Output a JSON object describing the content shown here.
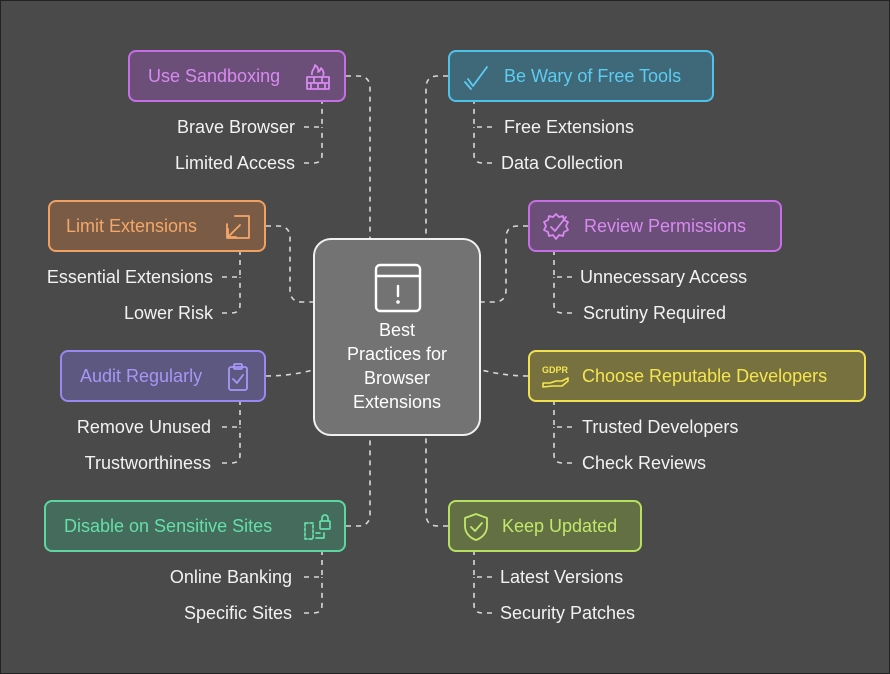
{
  "center": {
    "title_lines": [
      "Best",
      "Practices for",
      "Browser",
      "Extensions"
    ],
    "icon": "browser-alert-icon"
  },
  "branches": [
    {
      "id": "sandboxing",
      "label": "Use Sandboxing",
      "icon": "firewall-icon",
      "color": "#c66ee6",
      "fill": "#6b4f79",
      "text_color": "#d88af0",
      "items": [
        "Brave Browser",
        "Limited Access"
      ]
    },
    {
      "id": "free-tools",
      "label": "Be Wary of Free Tools",
      "icon": "pen-check-icon",
      "color": "#4fc2e8",
      "fill": "#3f6878",
      "text_color": "#5ccdf2",
      "items": [
        "Free Extensions",
        "Data Collection"
      ]
    },
    {
      "id": "limit",
      "label": "Limit Extensions",
      "icon": "shrink-arrow-icon",
      "color": "#f0a060",
      "fill": "#7a5c46",
      "text_color": "#f4a768",
      "items": [
        "Essential Extensions",
        "Lower Risk"
      ]
    },
    {
      "id": "permissions",
      "label": "Review Permissions",
      "icon": "gear-check-icon",
      "color": "#c66ee6",
      "fill": "#6b4f79",
      "text_color": "#d88af0",
      "items": [
        "Unnecessary Access",
        "Scrutiny Required"
      ]
    },
    {
      "id": "audit",
      "label": "Audit Regularly",
      "icon": "clipboard-check-icon",
      "color": "#9a88f0",
      "fill": "#5d5880",
      "text_color": "#a796f6",
      "items": [
        "Remove Unused",
        "Trustworthiness"
      ]
    },
    {
      "id": "developers",
      "label": "Choose Reputable Developers",
      "icon": "gdpr-hand-icon",
      "color": "#f0e050",
      "fill": "#77713f",
      "text_color": "#f5e64e",
      "items": [
        "Trusted Developers",
        "Check Reviews"
      ]
    },
    {
      "id": "disable",
      "label": "Disable on Sensitive Sites",
      "icon": "device-lock-icon",
      "color": "#5ed6a0",
      "fill": "#456b5c",
      "text_color": "#65dfa8",
      "items": [
        "Online Banking",
        "Specific Sites"
      ]
    },
    {
      "id": "updated",
      "label": "Keep Updated",
      "icon": "shield-check-icon",
      "color": "#b8e060",
      "fill": "#627044",
      "text_color": "#c2e86a",
      "items": [
        "Latest Versions",
        "Security Patches"
      ]
    }
  ]
}
